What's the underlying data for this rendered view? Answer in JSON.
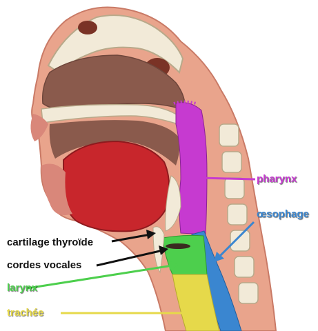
{
  "labels": {
    "pharynx": "pharynx",
    "oesophage": "œsophage",
    "cartilage": "cartilage thyroïde",
    "cordes": "cordes vocales",
    "larynx": "larynx",
    "trachee": "trachée"
  },
  "colors": {
    "pharynx": "#c63ad0",
    "oesophage": "#3a86d0",
    "larynx": "#4dcf4d",
    "trachee": "#e6d94a",
    "skin": "#e9a48c",
    "flesh": "#d9877a",
    "cavity": "#8a5a4c",
    "tongue": "#c8262c",
    "bone": "#f2ead8",
    "black_label": "#111111"
  }
}
